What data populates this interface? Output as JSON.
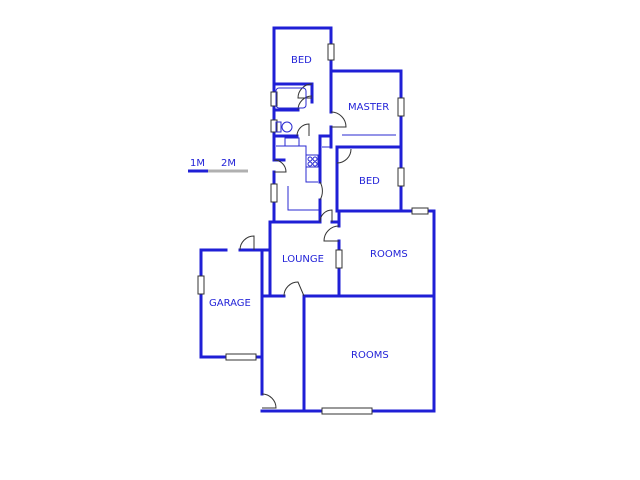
{
  "scale": {
    "label_1": "1M",
    "label_2": "2M"
  },
  "rooms": {
    "bed_top": "BED",
    "master": "MASTER",
    "bed_mid": "BED",
    "lounge": "LOUNGE",
    "rooms_upper": "ROOMS",
    "garage": "GARAGE",
    "rooms_lower": "ROOMS"
  },
  "colors": {
    "wall": "#1f1fd6",
    "label": "#2323d8",
    "scale_grey": "#b0b0b0"
  }
}
